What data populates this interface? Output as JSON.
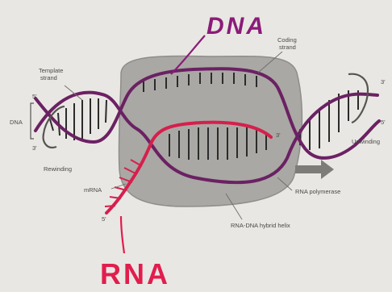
{
  "diagram": {
    "labels": {
      "template_strand": [
        "Template",
        "strand"
      ],
      "coding_strand": [
        "Coding",
        "strand"
      ],
      "dna": "DNA",
      "five_prime_left": "5'",
      "three_prime_left": "3'",
      "three_prime_right_top": "3'",
      "five_prime_right_bottom": "5'",
      "rewinding": "Rewinding",
      "unwinding": "Unwinding",
      "mrna": "mRNA",
      "five_prime_rna": "5'",
      "three_prime_rna": "3'",
      "rna_polymerase": "RNA polymerase",
      "hybrid_helix": "RNA-DNA hybrid helix"
    },
    "annotations": {
      "dna": "DNA",
      "rna": "RNA"
    },
    "colors": {
      "background": "#e9e7e3",
      "polymerase": "#a9a8a4",
      "dna_strand": "#6b2163",
      "rna_strand": "#d61f4c",
      "rung": "#2b2b2b",
      "annotation_ink": "#8a1b78",
      "rna_ink": "#e21d4d"
    }
  }
}
